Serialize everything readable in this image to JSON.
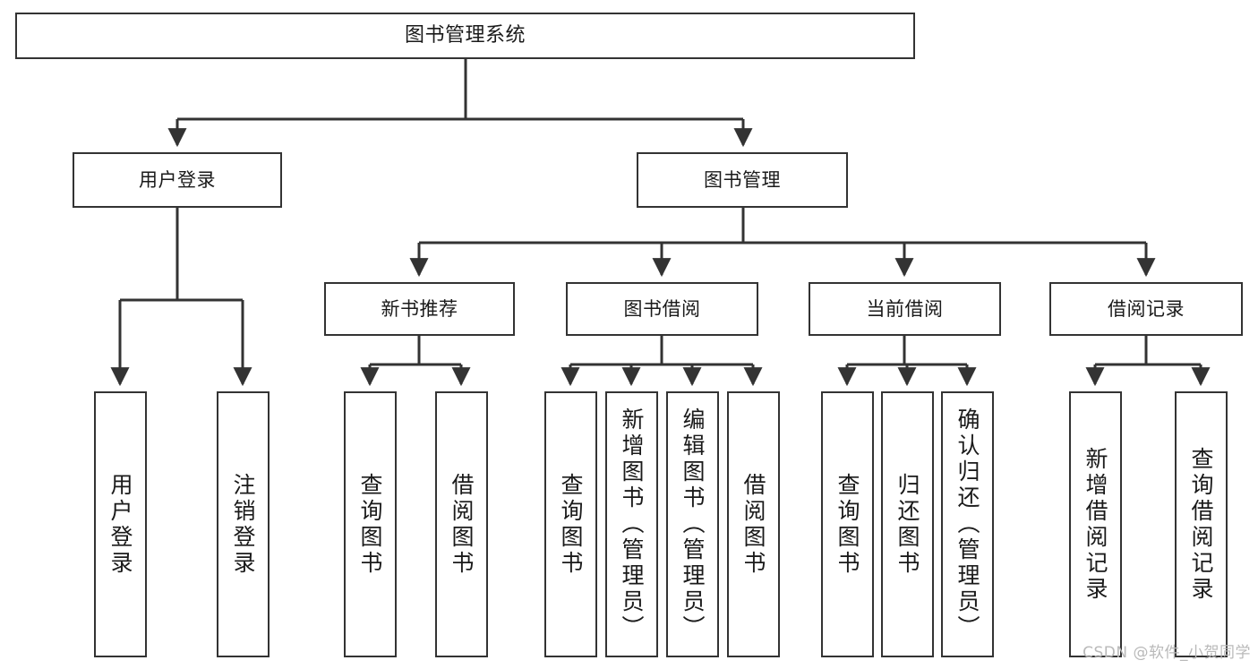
{
  "diagram": {
    "title": "图书管理系统",
    "type": "功能结构图",
    "root": {
      "id": "root",
      "label": "图书管理系统"
    },
    "level2": [
      {
        "id": "user-login",
        "label": "用户登录"
      },
      {
        "id": "book-manage",
        "label": "图书管理"
      }
    ],
    "level3": [
      {
        "id": "new-book-rec",
        "label": "新书推荐",
        "parent": "book-manage"
      },
      {
        "id": "book-borrow",
        "label": "图书借阅",
        "parent": "book-manage"
      },
      {
        "id": "current-borrow",
        "label": "当前借阅",
        "parent": "book-manage"
      },
      {
        "id": "borrow-record",
        "label": "借阅记录",
        "parent": "book-manage"
      }
    ],
    "leaves": [
      {
        "id": "leaf-user-login",
        "label": "用户登录",
        "parent": "user-login"
      },
      {
        "id": "leaf-logout",
        "label": "注销登录",
        "parent": "user-login"
      },
      {
        "id": "leaf-query-book-1",
        "label": "查询图书",
        "parent": "new-book-rec"
      },
      {
        "id": "leaf-borrow-book-1",
        "label": "借阅图书",
        "parent": "new-book-rec"
      },
      {
        "id": "leaf-query-book-2",
        "label": "查询图书",
        "parent": "book-borrow"
      },
      {
        "id": "leaf-add-book",
        "label": "新增图书（管理员）",
        "parent": "book-borrow"
      },
      {
        "id": "leaf-edit-book",
        "label": "编辑图书（管理员）",
        "parent": "book-borrow"
      },
      {
        "id": "leaf-borrow-book-2",
        "label": "借阅图书",
        "parent": "book-borrow"
      },
      {
        "id": "leaf-query-book-3",
        "label": "查询图书",
        "parent": "current-borrow"
      },
      {
        "id": "leaf-return-book",
        "label": "归还图书",
        "parent": "current-borrow"
      },
      {
        "id": "leaf-confirm-return",
        "label": "确认归还（管理员）",
        "parent": "current-borrow"
      },
      {
        "id": "leaf-add-record",
        "label": "新增借阅记录",
        "parent": "borrow-record"
      },
      {
        "id": "leaf-query-record",
        "label": "查询借阅记录",
        "parent": "borrow-record"
      }
    ],
    "watermark": "CSDN @软件_小贺同学",
    "colors": {
      "stroke": "#333333",
      "fill": "#ffffff",
      "text": "#1a1a1a",
      "watermark": "#b9b9b9"
    }
  }
}
